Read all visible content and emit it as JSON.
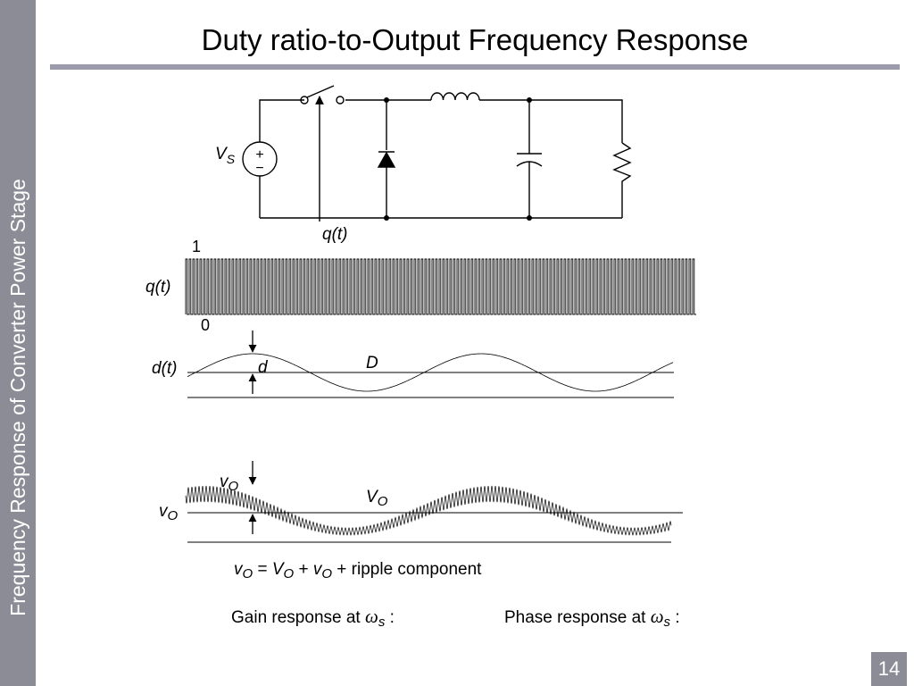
{
  "slide": {
    "title": "Duty ratio-to-Output Frequency Response",
    "sidebar": "Frequency Response of Converter Power Stage",
    "page_number": "14"
  },
  "circuit": {
    "source_label_main": "V",
    "source_label_sub": "S",
    "source_plus": "+",
    "source_minus": "−",
    "switch_signal": "q(t)"
  },
  "waveforms": {
    "q_label": "q(t)",
    "q_high": "1",
    "q_low": "0",
    "d_label": "d(t)",
    "d_small": "d",
    "d_dc": "D",
    "vo_small_main": "v",
    "vo_small_sub": "O",
    "vo_dc_main": "V",
    "vo_dc_sub": "O",
    "vo_total_main": "v",
    "vo_total_sub": "O"
  },
  "equation": {
    "lhs_main": "v",
    "lhs_sub": "O",
    "eq": " = ",
    "t1_main": "V",
    "t1_sub": "O",
    "plus1": " + ",
    "t2_main": "v",
    "t2_sub": "O",
    "plus2": " + ",
    "text": "ripple component"
  },
  "responses": {
    "gain_text": "Gain response at ",
    "phase_text": "Phase response at ",
    "omega": "ω",
    "sub": "s",
    "colon": " :"
  }
}
